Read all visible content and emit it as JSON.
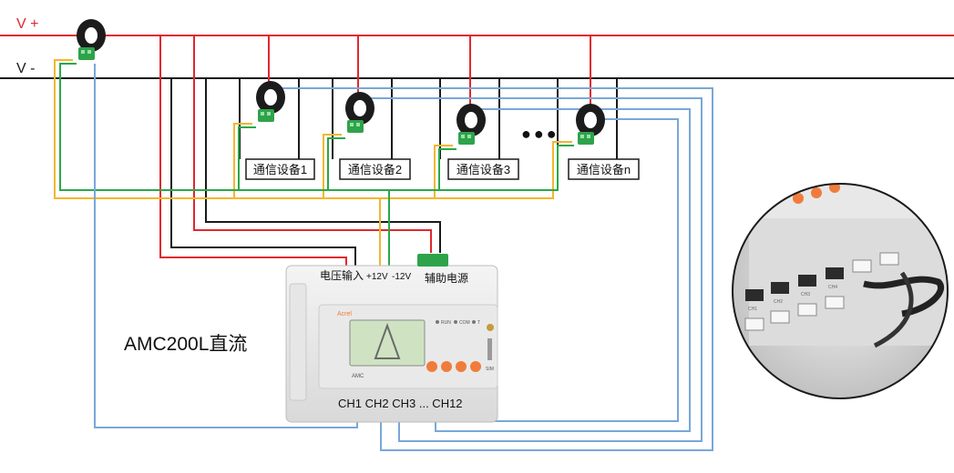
{
  "rails": {
    "positive": "V +",
    "negative": "V -"
  },
  "devices": [
    "通信设备1",
    "通信设备2",
    "通信设备3",
    "通信设备n"
  ],
  "ellipsis": "●●●",
  "meter": {
    "model": "AMC200L直流",
    "voltage_input": "电压输入",
    "power_plus": "+12V",
    "power_minus": "-12V",
    "aux_power": "辅助电源",
    "channels": "CH1 CH2 CH3 ... CH12",
    "brand": "Acrel",
    "panel_label": "AMC",
    "led_labels": [
      "RUN",
      "COM",
      "T"
    ],
    "side_label": "SIM"
  },
  "inset": {
    "ports": [
      "CH1",
      "CH2",
      "CH3",
      "CH4"
    ]
  },
  "colors": {
    "positive": "#e0282e",
    "negative": "#1a1a1a",
    "signal": "#f2b630",
    "ground": "#2aa84a",
    "bus": "#7aa7d8",
    "accent": "#f07c3c"
  }
}
